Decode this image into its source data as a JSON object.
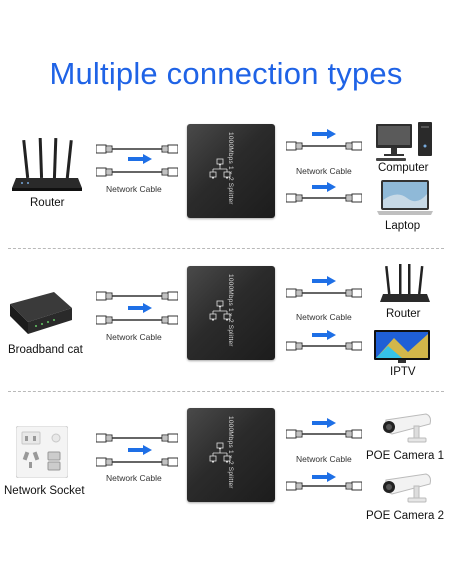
{
  "title": "Multiple connection types",
  "cable_label": "Network Cable",
  "splitter_label": "1000Mbps 1×2 Splitter",
  "rows": [
    {
      "source": "Router",
      "out_label": "Network Cable",
      "devices": [
        "Computer",
        "Laptop"
      ]
    },
    {
      "source": "Broadband cat",
      "out_label": "Network Cable",
      "devices": [
        "Router",
        "IPTV"
      ]
    },
    {
      "source": "Network Socket",
      "out_label": "Network Cable",
      "devices": [
        "POE Camera 1",
        "POE Camera 2"
      ]
    }
  ],
  "colors": {
    "title": "#1f63e6",
    "arrow": "#1e6fe6",
    "box": "#2b2b2b"
  }
}
